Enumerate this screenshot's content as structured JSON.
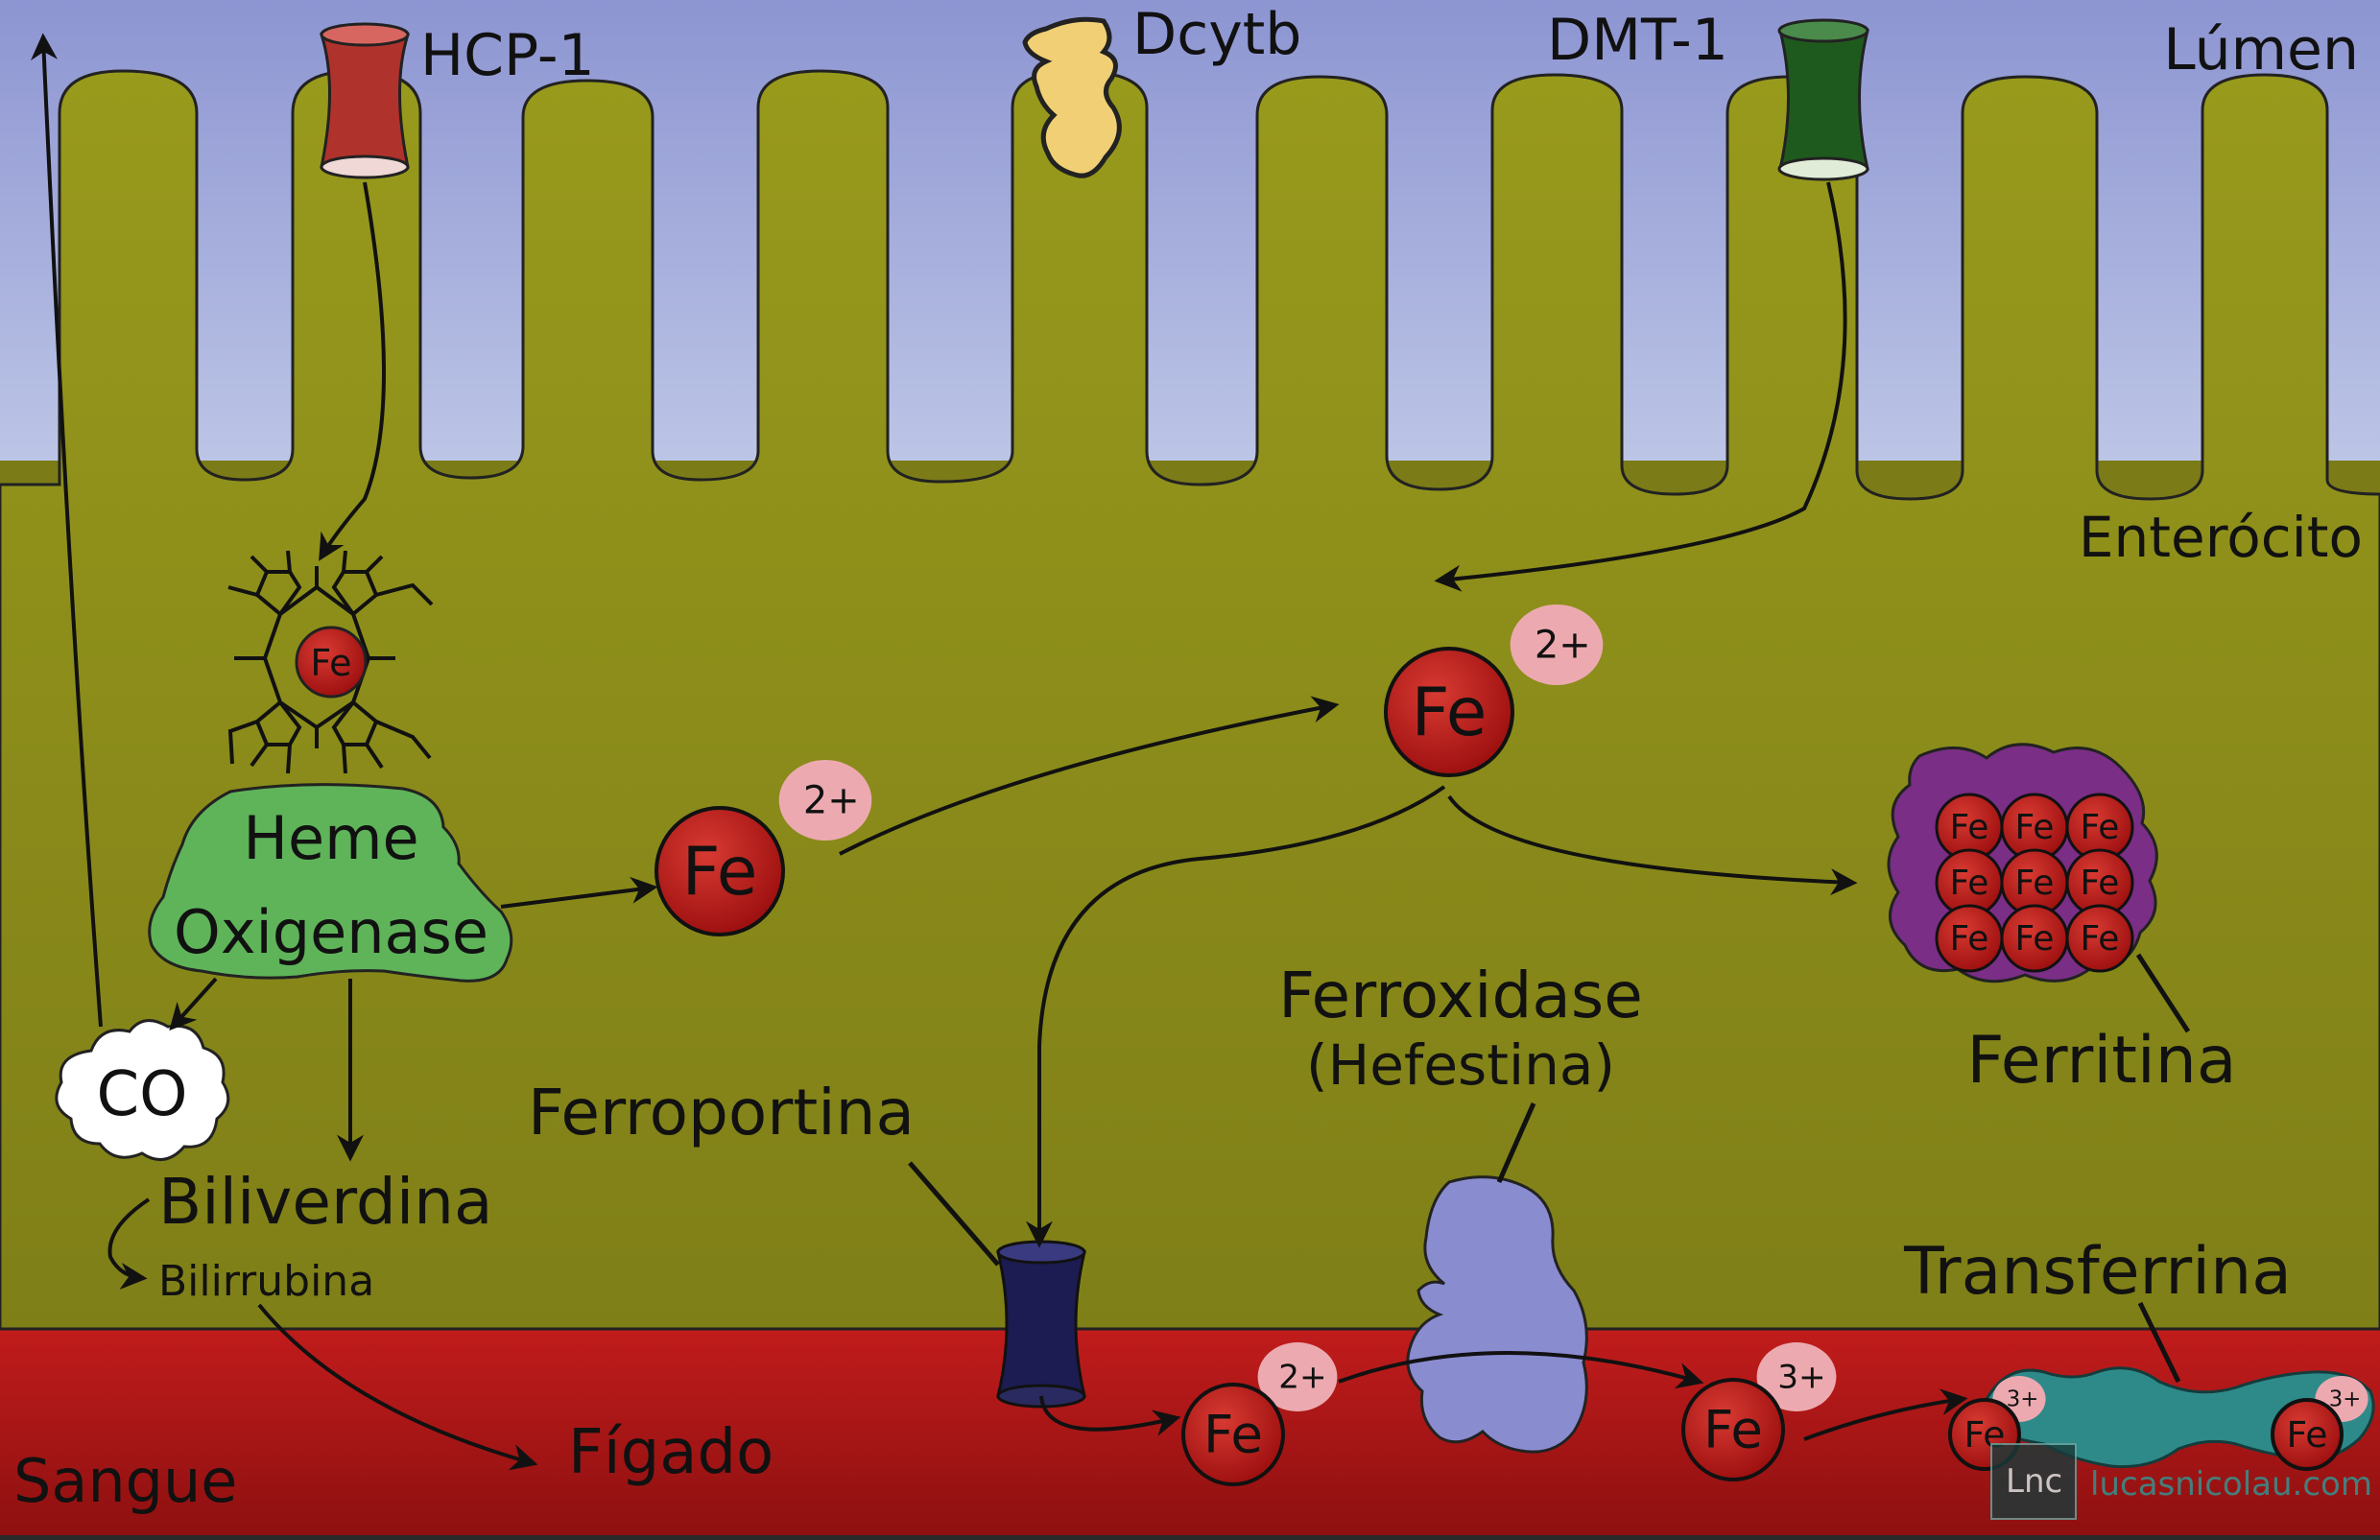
{
  "labels": {
    "lumen": "Lúmen",
    "enterocyte": "Enterócito",
    "blood": "Sangue",
    "hcp1": "HCP-1",
    "dcytb": "Dcytb",
    "dmt1": "DMT-1",
    "heme_line1": "Heme",
    "heme_line2": "Oxigenase",
    "co": "CO",
    "biliverdin": "Biliverdina",
    "bilirubin": "Bilirrubina",
    "liver": "Fígado",
    "ferroportin": "Ferroportina",
    "ferroxidase": "Ferroxidase",
    "hephaestin": "(Hefestina)",
    "ferritin": "Ferritina",
    "transferrin": "Transferrina"
  },
  "iron": {
    "symbol": "Fe",
    "ferrous_charge": "2+",
    "ferric_charge": "3+"
  },
  "watermark": {
    "logo": "Lnc",
    "site": "lucasnicolau.com"
  },
  "colors": {
    "lumen_top": "#8d95d2",
    "lumen_bottom": "#c2cce8",
    "cell": "#7b7b18",
    "villus": "#8e911c",
    "blood": "#b01818",
    "hcp1": "#b0322c",
    "dcytb": "#f1cf74",
    "dmt1": "#1e5a1e",
    "heme_oxygenase": "#5fb45a",
    "iron": "#b81616",
    "charge_bubble": "#ecaab0",
    "ferritin": "#7a2e86",
    "ferroportin": "#1c1c52",
    "hephaestin": "#8a8cd0",
    "transferrin": "#2e8a88"
  }
}
